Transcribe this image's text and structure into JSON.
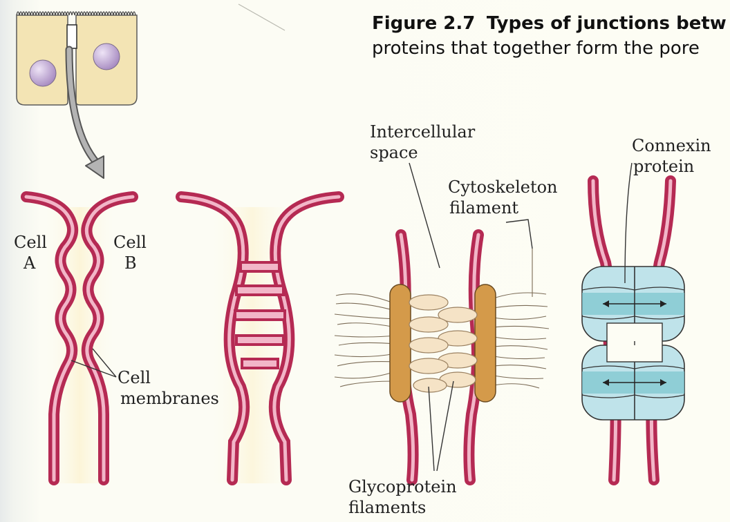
{
  "caption": {
    "figure_number": "Figure 2.7",
    "title_line1": "Types of junctions betw",
    "line2": "proteins that together form the pore"
  },
  "labels": {
    "cell_a_line1": "Cell",
    "cell_a_line2": "A",
    "cell_b_line1": "Cell",
    "cell_b_line2": "B",
    "membranes_line1": "Cell",
    "membranes_line2": "membranes",
    "intercellular_line1": "Intercellular",
    "intercellular_line2": "space",
    "cytoskeleton_line1": "Cytoskeleton",
    "cytoskeleton_line2": "filament",
    "glyco_line1": "Glycoprotein",
    "glyco_line2": "filaments",
    "connexin_line1": "Connexin",
    "connexin_line2": "protein"
  },
  "colors": {
    "membrane": "#c2305a",
    "membrane_inner": "#f2b6c8",
    "cell_fill": "#f3e4b4",
    "nucleus": "#b8a2cc",
    "plaque": "#d49a4a",
    "glycoprotein": "#f5e3c6",
    "connexin": "#bfe3ea",
    "connexin_band": "#7fc7cf"
  }
}
